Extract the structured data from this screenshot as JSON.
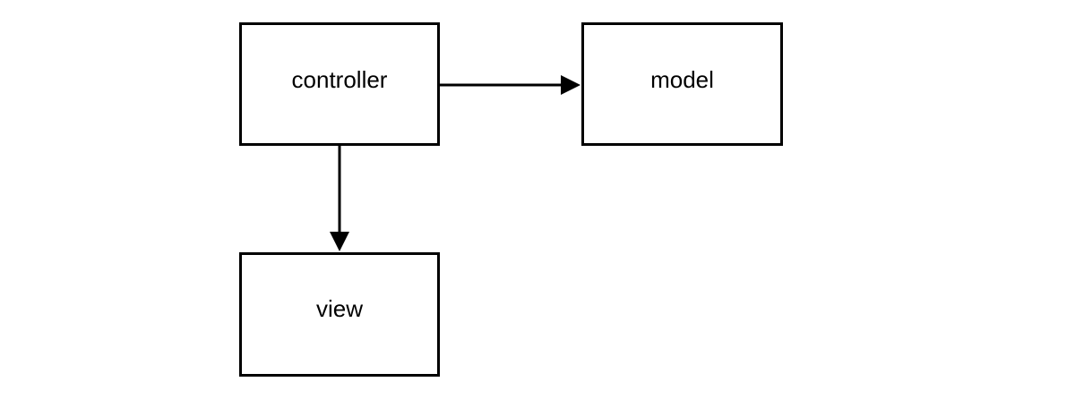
{
  "diagram": {
    "nodes": [
      {
        "id": "controller",
        "label": "controller"
      },
      {
        "id": "model",
        "label": "model"
      },
      {
        "id": "view",
        "label": "view"
      }
    ],
    "edges": [
      {
        "from": "controller",
        "to": "model"
      },
      {
        "from": "controller",
        "to": "view"
      }
    ],
    "colors": {
      "stroke": "#000000",
      "background": "#ffffff"
    }
  }
}
